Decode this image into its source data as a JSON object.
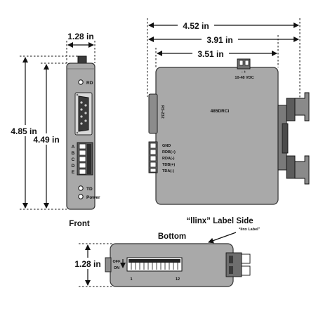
{
  "dimensions": {
    "front_width": "1.28 in",
    "front_height_overall": "4.85 in",
    "front_height_body": "4.49 in",
    "side_width_overall": "4.52 in",
    "side_width_mid": "3.91 in",
    "side_width_body": "3.51 in",
    "bottom_height": "1.28 in"
  },
  "front": {
    "caption": "Front",
    "led_rd": "RD",
    "terminal_letters": [
      "A",
      "B",
      "C",
      "D",
      "E"
    ],
    "led_td": "TD",
    "led_power": "Power"
  },
  "side": {
    "caption": "“llinx” Label Side",
    "power_polarity": "-  +",
    "power_label": "10-48 VDC",
    "port_label": "RS-232",
    "model": "485DRCi",
    "terminals": [
      "GND",
      "RDB(+)",
      "RDA(-)",
      "TDB(+)",
      "TDA(-)"
    ]
  },
  "bottom": {
    "caption": "Bottom",
    "label_callout": "“linx Label”",
    "switch_off": "OFF",
    "switch_on": "ON",
    "switch_first": "1",
    "switch_last": "12"
  }
}
